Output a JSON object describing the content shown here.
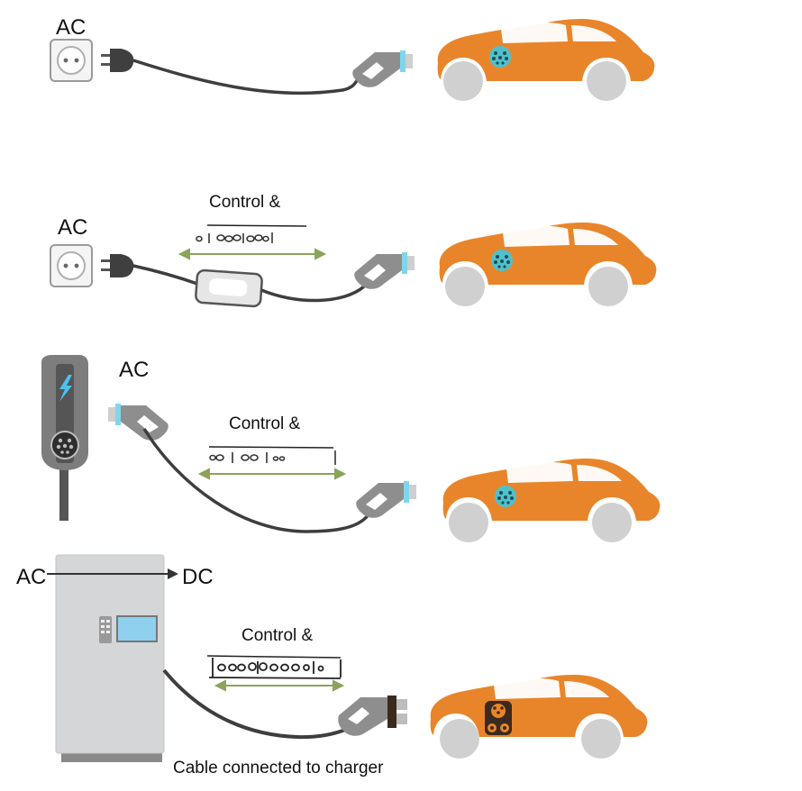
{
  "colors": {
    "car_body": "#E8852B",
    "wheel": "#D0D0D0",
    "ac_inlet": "#4FC0CC",
    "dc_inlet": "#3A2A1F",
    "cable": "#3E3E3E",
    "connector": "#8E8E8E",
    "connector_ring": "#7FD6EC",
    "arrow_line": "#8BA35A",
    "charger_body": "#D4D6D8",
    "charger_screen": "#8FD0EE",
    "wallbox": "#7D7D7D",
    "lightning": "#4FC0EC"
  },
  "rows": [
    {
      "source_label": "AC",
      "source_type": "wall-socket",
      "has_control_box": false,
      "control_label": "",
      "car_inlet": "ac"
    },
    {
      "source_label": "AC",
      "source_type": "wall-socket",
      "has_control_box": true,
      "control_label": "Control &",
      "car_inlet": "ac"
    },
    {
      "source_label": "AC",
      "source_type": "wallbox",
      "has_control_box": false,
      "control_label": "Control &",
      "car_inlet": "ac"
    },
    {
      "source_label": "AC",
      "target_label": "DC",
      "source_type": "dc-charger",
      "has_control_box": false,
      "control_label": "Control &",
      "car_inlet": "dc",
      "caption": "Cable connected to charger"
    }
  ]
}
